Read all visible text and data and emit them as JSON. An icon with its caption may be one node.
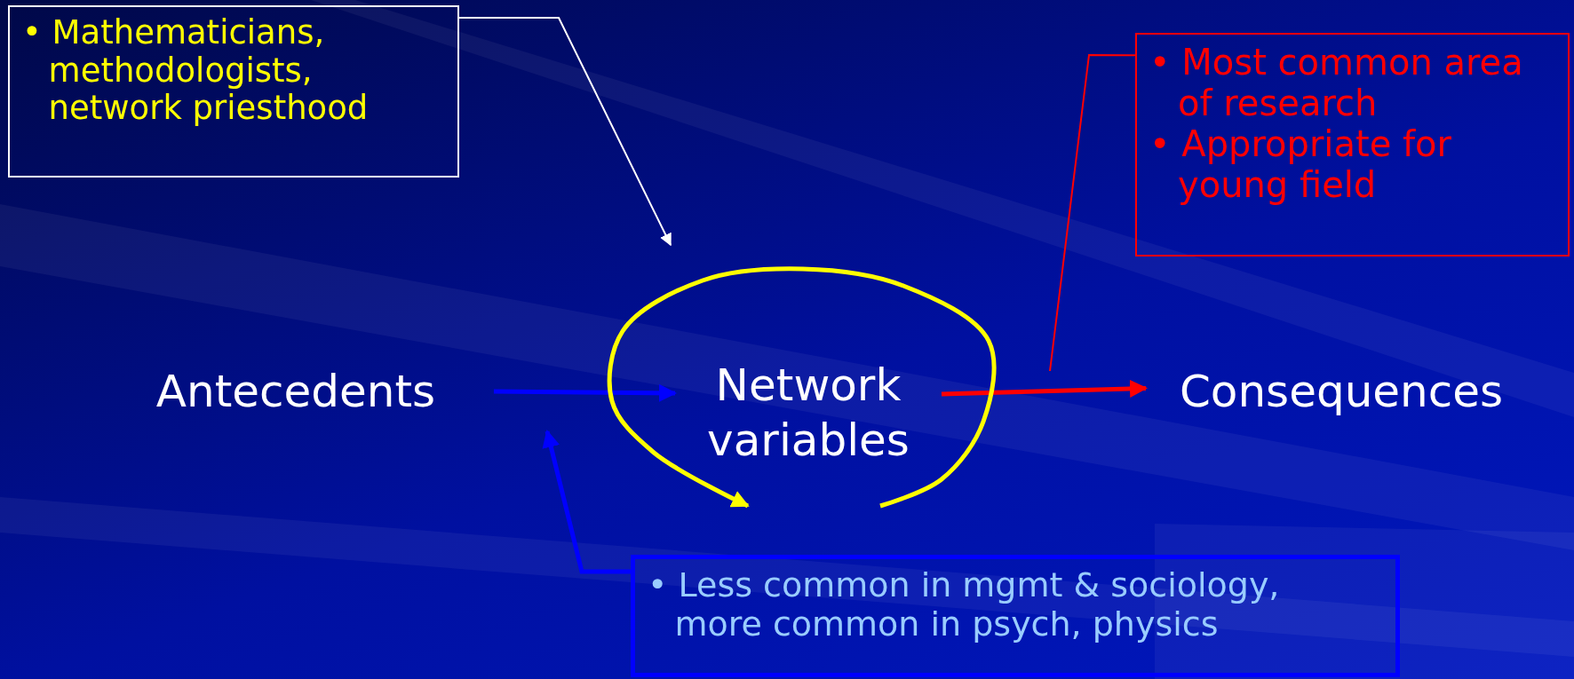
{
  "diagram": {
    "nodes": [
      {
        "text": [
          "• Mathematicians, methodologists, network priesthood"
        ]
      },
      {
        "text": [
          "• Most common area of research",
          "• Appropriate for young field"
        ]
      },
      {
        "text": [
          "Antecedents"
        ]
      },
      {
        "text": [
          "Network variables"
        ]
      },
      {
        "text": [
          "Consequences"
        ]
      },
      {
        "text": [
          "• Less common in mgmt & sociology, more common in psych, physics"
        ]
      }
    ],
    "edges": [
      {
        "from": 0,
        "to": null,
        "arrow": "to",
        "color": "#ffffff"
      },
      {
        "from": 1,
        "to": null,
        "arrow": "none",
        "color": "#ff0000"
      },
      {
        "from": 2,
        "to": 3,
        "arrow": "to",
        "color": "#0000ff"
      },
      {
        "from": 3,
        "to": 4,
        "arrow": "to",
        "color": "#ff0000"
      },
      {
        "from": 5,
        "to": null,
        "arrow": "to",
        "color": "#0000ff"
      },
      {
        "from": 3,
        "to": 3,
        "arrow": "to",
        "color": "#ffff00"
      }
    ]
  }
}
